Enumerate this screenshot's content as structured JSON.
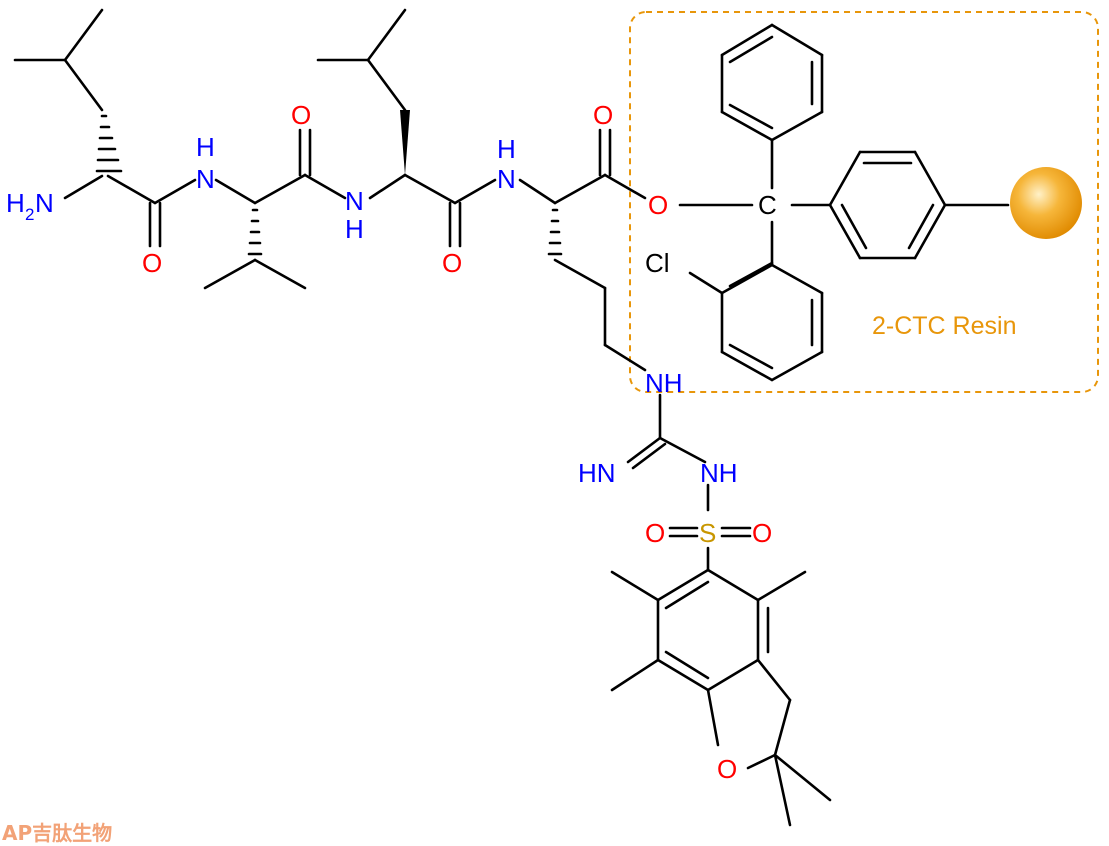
{
  "colors": {
    "bond": "#000000",
    "nitrogen": "#0000ff",
    "oxygen": "#ff0000",
    "sulfur": "#c89600",
    "resin": "#e8960a",
    "watermark": "#f2a277"
  },
  "atoms": {
    "h2n_h": "H",
    "h2n_sub": "2",
    "h2n_n": "N",
    "nh1_h": "H",
    "nh1_n": "N",
    "nh2_n": "N",
    "nh2_h": "H",
    "nh3_h": "H",
    "nh3_n": "N",
    "o1": "O",
    "o2": "O",
    "o3": "O",
    "o4": "O",
    "o_ester": "O",
    "c_trityl": "C",
    "cl": "Cl",
    "nh_guan": "NH",
    "hn_guan": "HN",
    "nh_sulf": "NH",
    "o_s_left": "O",
    "s": "S",
    "o_s_right": "O",
    "o_ring": "O"
  },
  "resin_label": "2-CTC Resin",
  "watermark": "AP吉肽生物"
}
